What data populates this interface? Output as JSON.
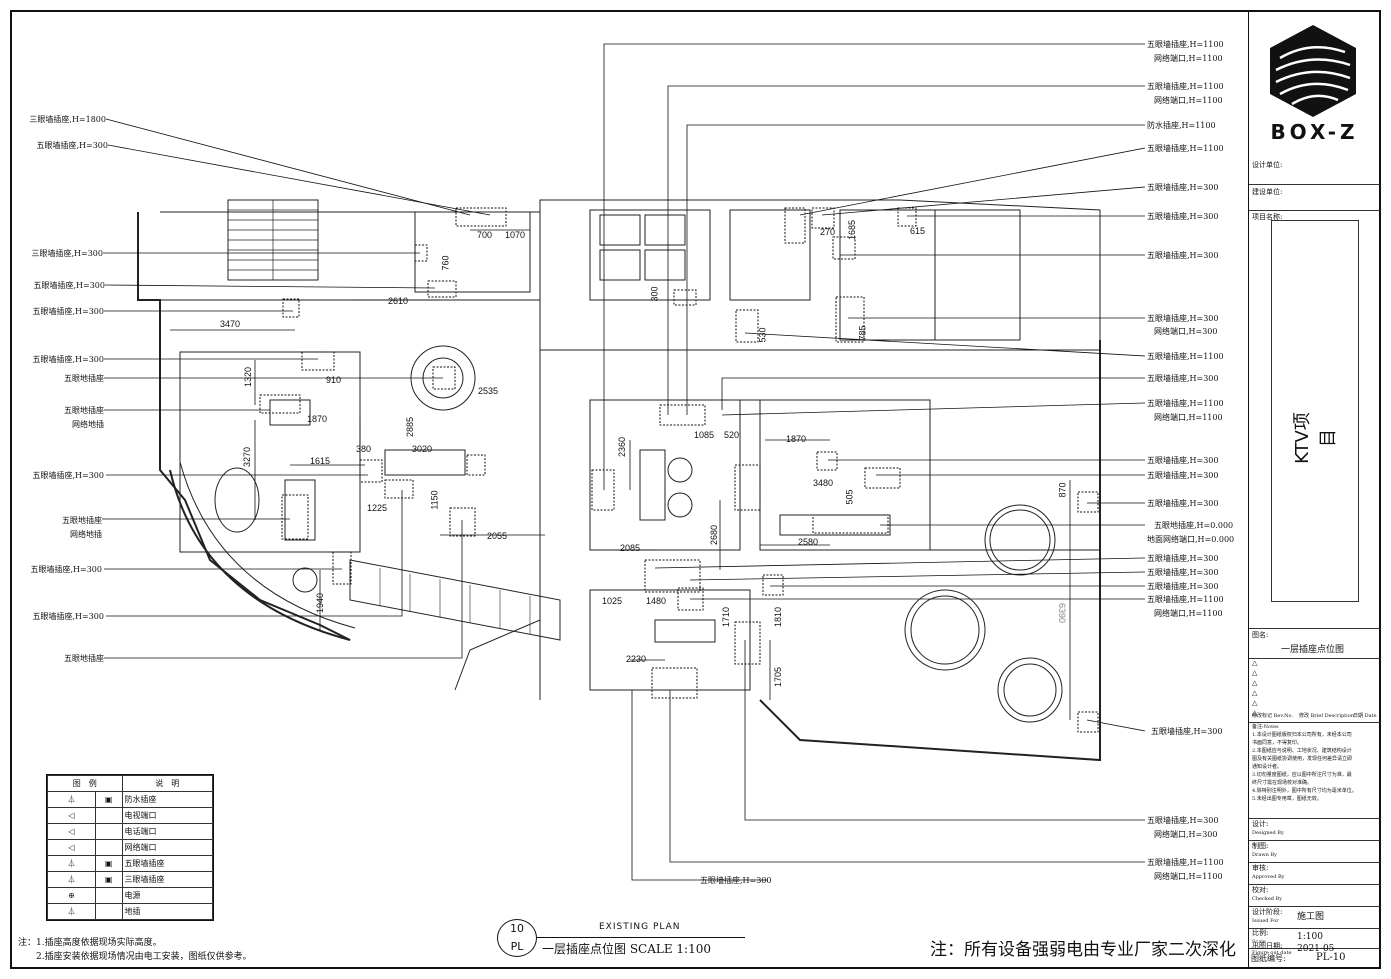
{
  "title_block": {
    "logo": "BOX-Z",
    "design_unit_label": "设计单位:",
    "build_unit_label": "建设单位:",
    "project_label": "项目名称:",
    "project_name": "KTV项目",
    "drawing_name_label": "图名:",
    "drawing_name": "一层插座点位图",
    "rev_headers": [
      "修改标记 Rev.No.",
      "修改 Brief Description",
      "日期 Date"
    ],
    "notes_label": "备注:Notes",
    "notes": [
      "1.本设计图纸版权归本公司所有，未经本公司",
      "书面同意，不得复印。",
      "2.本图纸应与说明、工地状况、建筑结构设计",
      "图及有关图纸协调使用，发现任何差异请立即",
      "通知设计者。",
      "3.切勿量度图纸，应以图中所注尺寸为准，最",
      "终尺寸需在现场校对准确。",
      "4.除特别注明外，图中所有尺寸均为毫米单位。",
      "5.未经出图专用章，图纸无效。"
    ],
    "designed_by": "设计:",
    "designed_by_en": "Designed By",
    "drawn_by": "制图:",
    "drawn_by_en": "Drawn By",
    "approved_by": "审核:",
    "approved_by_en": "Approved By",
    "checked_by": "校对:",
    "checked_by_en": "Checked By",
    "stage_label": "设计阶段:",
    "stage_label_en": "Issued For",
    "stage": "施工图",
    "scale_label": "比例:",
    "scale_label_en": "Scale",
    "scale": "1:100",
    "date_label": "出图日期:",
    "date_label_en": "Figure out date",
    "date": "2021-05",
    "number_label": "图纸编号:",
    "number": "PL-10"
  },
  "drawing_title": {
    "no": "10",
    "code": "PL",
    "existing": "EXISTING PLAN",
    "title": "一层插座点位图  SCALE 1:100"
  },
  "legend": {
    "header_symbol": "图　例",
    "header_desc": "说　明",
    "items": [
      "防水插座",
      "电视端口",
      "电话端口",
      "网络端口",
      "五眼墙插座",
      "三眼墙插座",
      "电源",
      "地插"
    ]
  },
  "bottom_notes": [
    "注：1.插座高度依据现场实际高度。",
    "　　2.插座安装依据现场情况由电工安装，图纸仅供参考。"
  ],
  "big_note": "注：所有设备强弱电由专业厂家二次深化",
  "left_labels": [
    "三眼墙插座,H=1800",
    "五眼墙插座,H=300",
    "三眼墙插座,H=300",
    "五眼墙插座,H=300",
    "五眼墙插座,H=300",
    "五眼墙插座,H=300",
    "五眼地插座",
    "五眼地插座",
    "网络地插",
    "五眼墙插座,H=300",
    "五眼地插座",
    "网络地插",
    "五眼墙插座,H=300",
    "五眼墙插座,H=300",
    "五眼地插座"
  ],
  "right_labels": [
    "五眼墙插座,H=1100",
    "网络端口,H=1100",
    "五眼墙插座,H=1100",
    "网络端口,H=1100",
    "防水插座,H=1100",
    "五眼墙插座,H=1100",
    "五眼墙插座,H=300",
    "五眼墙插座,H=300",
    "五眼墙插座,H=300",
    "五眼墙插座,H=300",
    "网络端口,H=300",
    "五眼墙插座,H=1100",
    "五眼墙插座,H=300",
    "五眼墙插座,H=1100",
    "网络端口,H=1100",
    "五眼墙插座,H=300",
    "五眼墙插座,H=300",
    "五眼墙插座,H=300",
    "五眼地插座,H=0.000",
    "地面网络端口,H=0.000",
    "五眼墙插座,H=300",
    "五眼墙插座,H=300",
    "五眼墙插座,H=300",
    "五眼墙插座,H=1100",
    "网络端口,H=1100",
    "五眼墙插座,H=300",
    "五眼墙插座,H=300",
    "网络端口,H=300",
    "五眼墙插座,H=1100",
    "网络端口,H=1100"
  ],
  "bottom_label": "五眼墙插座,H=300",
  "dims": [
    "700",
    "1070",
    "760",
    "2610",
    "3470",
    "1320",
    "910",
    "1870",
    "2535",
    "2885",
    "3020",
    "380",
    "3270",
    "1615",
    "1225",
    "1150",
    "2055",
    "1940",
    "300",
    "270",
    "1685",
    "615",
    "530",
    "785",
    "2360",
    "1085",
    "520",
    "1870",
    "3480",
    "505",
    "2680",
    "2580",
    "870",
    "2085",
    "1025",
    "1480",
    "1710",
    "1810",
    "1705",
    "2230",
    "6390"
  ]
}
